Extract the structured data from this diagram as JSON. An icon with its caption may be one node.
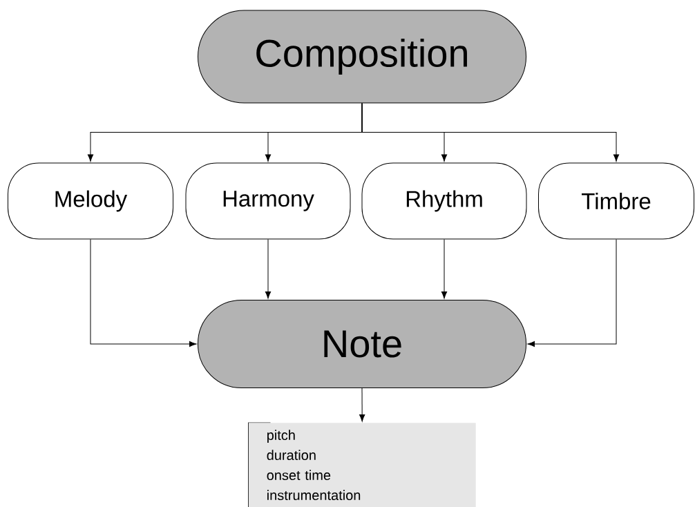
{
  "diagram": {
    "nodes": [
      {
        "text": [
          "Composition"
        ]
      },
      {
        "text": [
          "Melody"
        ]
      },
      {
        "text": [
          "Harmony"
        ]
      },
      {
        "text": [
          "Rhythm"
        ]
      },
      {
        "text": [
          "Timbre"
        ]
      },
      {
        "text": [
          "Note"
        ]
      },
      {
        "text": [
          "pitch",
          "duration",
          "onset time",
          "instrumentation"
        ]
      }
    ],
    "edges": [
      {
        "from": 0,
        "to": 1,
        "arrow": "to"
      },
      {
        "from": 0,
        "to": 2,
        "arrow": "to"
      },
      {
        "from": 0,
        "to": 3,
        "arrow": "to"
      },
      {
        "from": 0,
        "to": 4,
        "arrow": "to"
      },
      {
        "from": 1,
        "to": 5,
        "arrow": "to"
      },
      {
        "from": 2,
        "to": 5,
        "arrow": "to"
      },
      {
        "from": 3,
        "to": 5,
        "arrow": "to"
      },
      {
        "from": 4,
        "to": 5,
        "arrow": "to"
      },
      {
        "from": 5,
        "to": 6,
        "arrow": "to"
      }
    ]
  }
}
